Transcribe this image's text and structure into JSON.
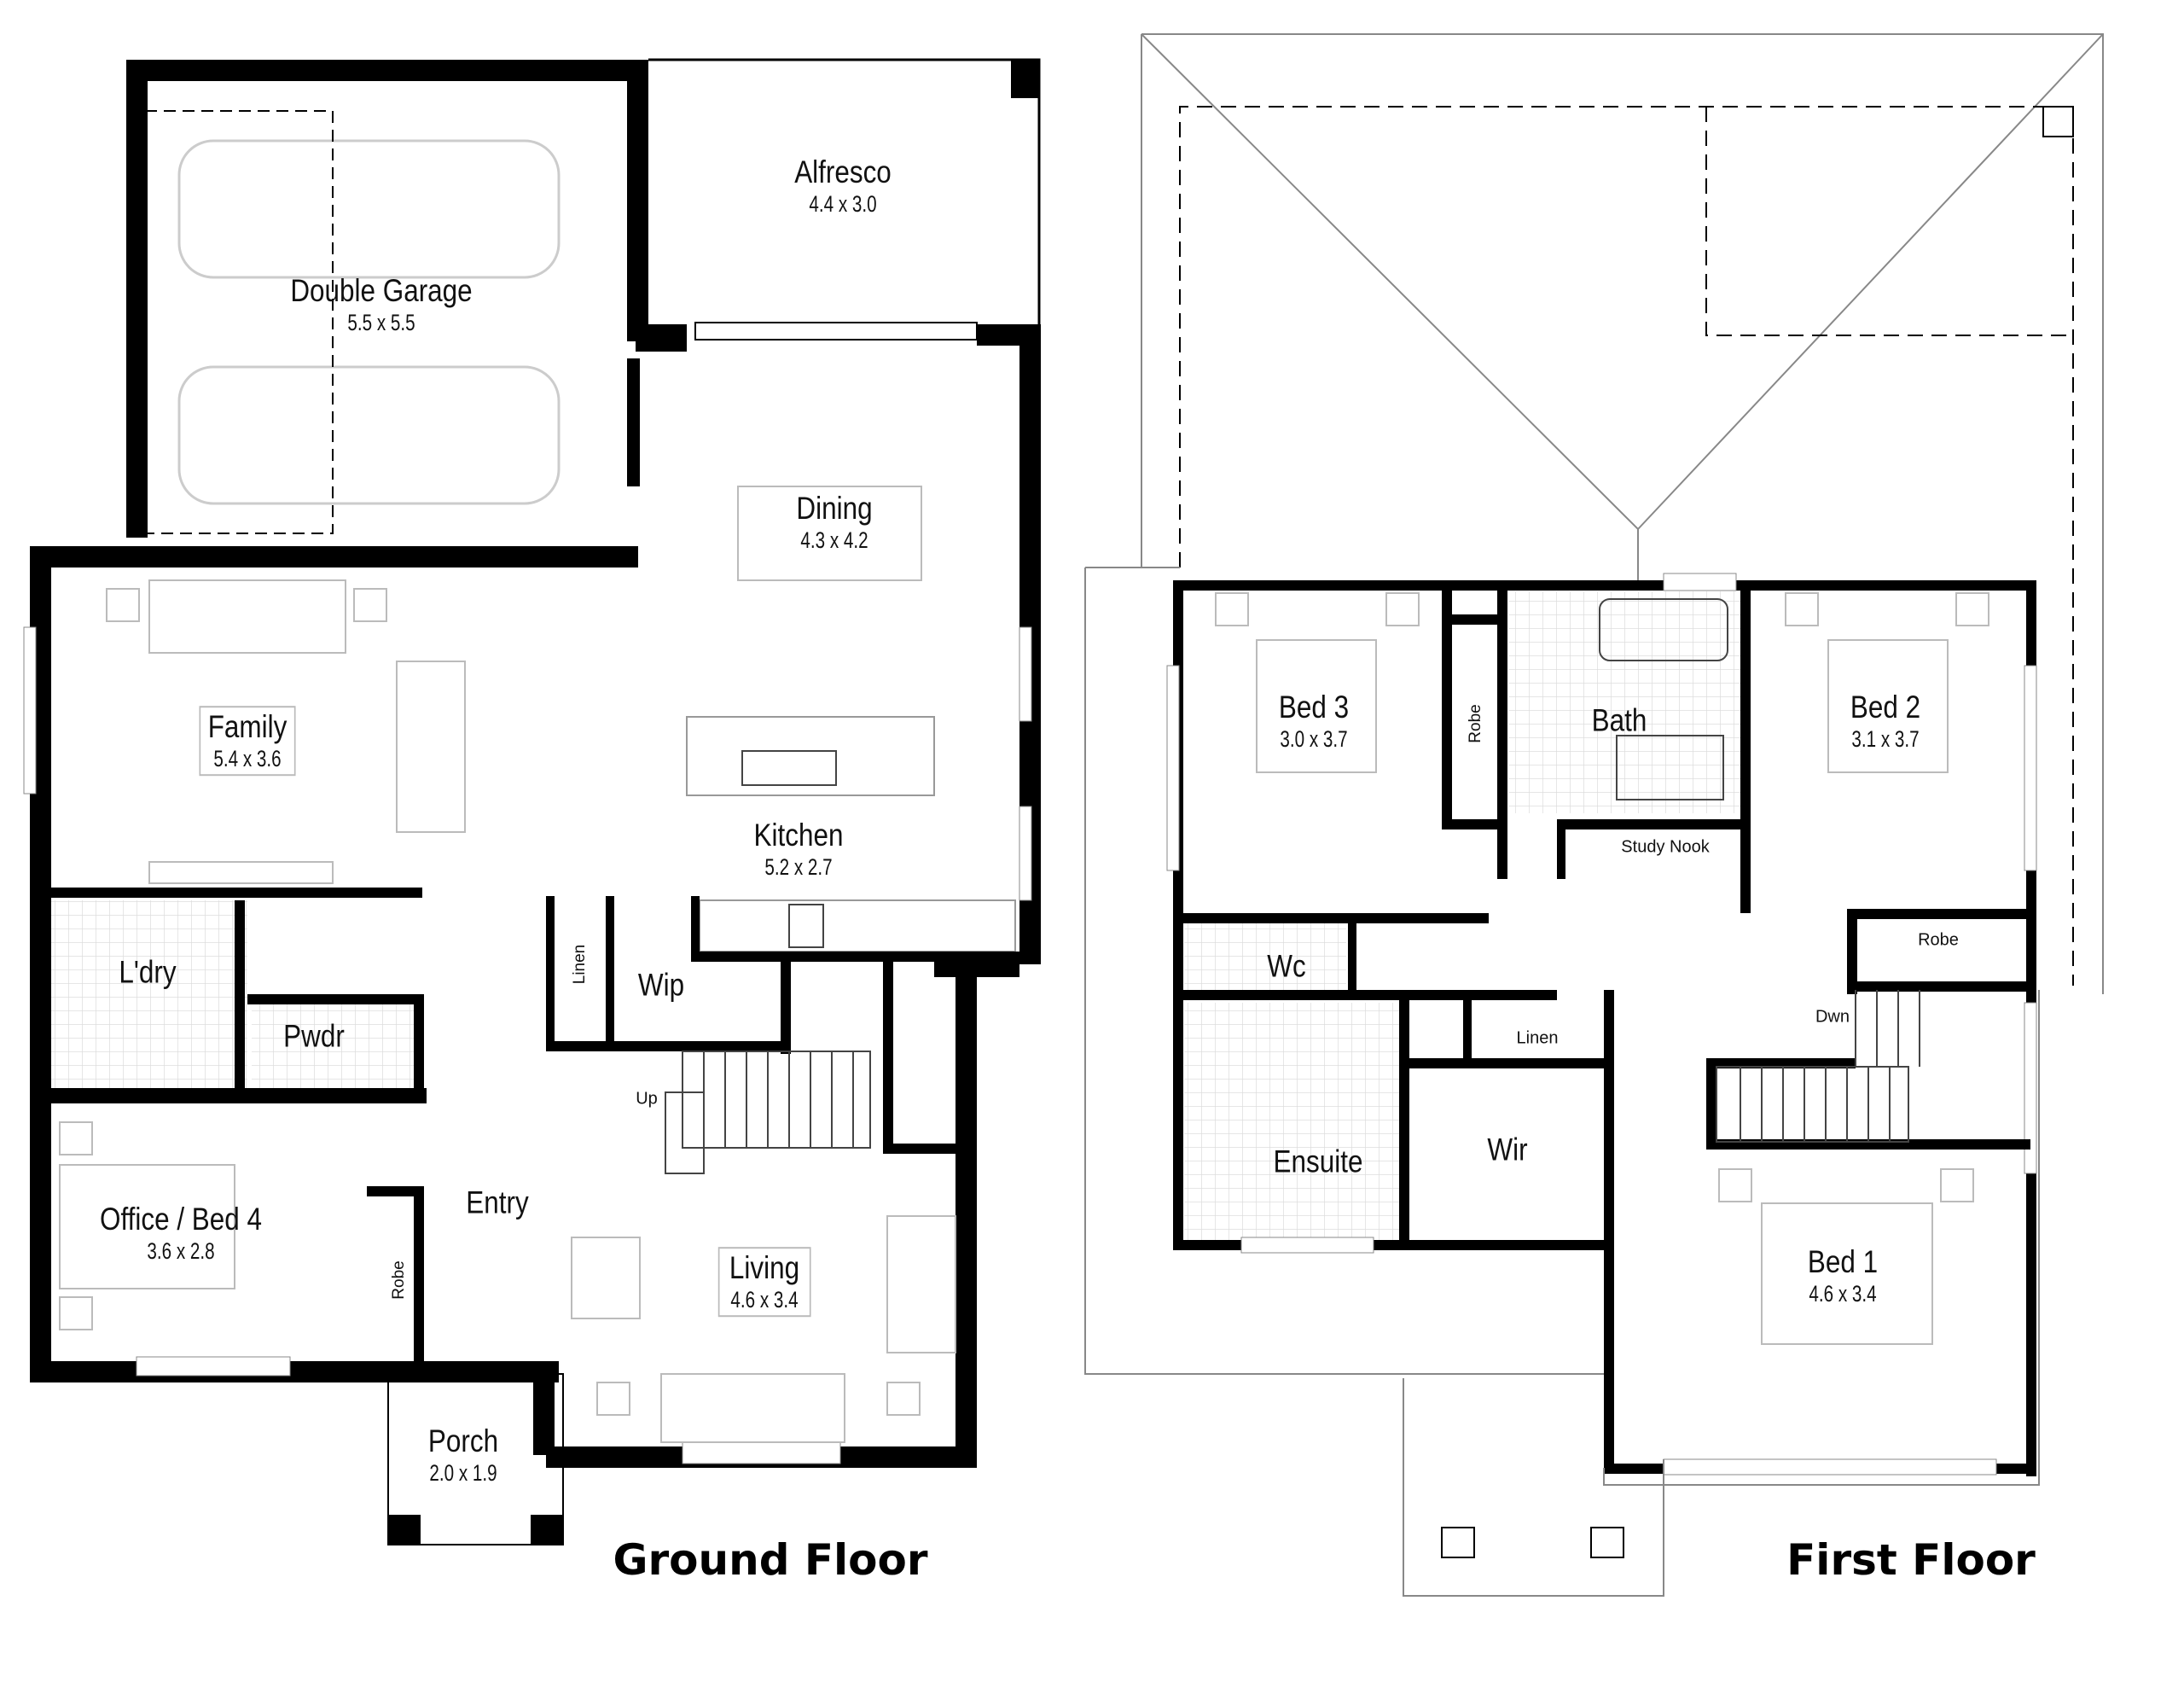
{
  "ground_floor": {
    "title": "Ground Floor",
    "rooms": [
      {
        "name": "Double Garage",
        "dims": "5.5 x 5.5"
      },
      {
        "name": "Alfresco",
        "dims": "4.4 x 3.0"
      },
      {
        "name": "Dining",
        "dims": "4.3 x 4.2"
      },
      {
        "name": "Family",
        "dims": "5.4 x 3.6"
      },
      {
        "name": "Kitchen",
        "dims": "5.2 x 2.7"
      },
      {
        "name": "L'dry",
        "dims": ""
      },
      {
        "name": "Pwdr",
        "dims": ""
      },
      {
        "name": "Wip",
        "dims": ""
      },
      {
        "name": "Office / Bed 4",
        "dims": "3.6 x 2.8"
      },
      {
        "name": "Entry",
        "dims": ""
      },
      {
        "name": "Living",
        "dims": "4.6 x 3.4"
      },
      {
        "name": "Porch",
        "dims": "2.0 x 1.9"
      }
    ],
    "small_labels": {
      "linen": "Linen",
      "robe": "Robe",
      "up": "Up"
    }
  },
  "first_floor": {
    "title": "First Floor",
    "rooms": [
      {
        "name": "Bed 3",
        "dims": "3.0 x 3.7"
      },
      {
        "name": "Bath",
        "dims": ""
      },
      {
        "name": "Bed 2",
        "dims": "3.1 x 3.7"
      },
      {
        "name": "Wc",
        "dims": ""
      },
      {
        "name": "Ensuite",
        "dims": ""
      },
      {
        "name": "Wir",
        "dims": ""
      },
      {
        "name": "Bed 1",
        "dims": "4.6 x 3.4"
      }
    ],
    "small_labels": {
      "robe_bed3": "Robe",
      "study_nook": "Study Nook",
      "robe_bed2": "Robe",
      "linen": "Linen",
      "dwn": "Dwn"
    }
  },
  "colors": {
    "wall": "#000000",
    "furniture": "#bbbbbb",
    "line": "#555555"
  }
}
